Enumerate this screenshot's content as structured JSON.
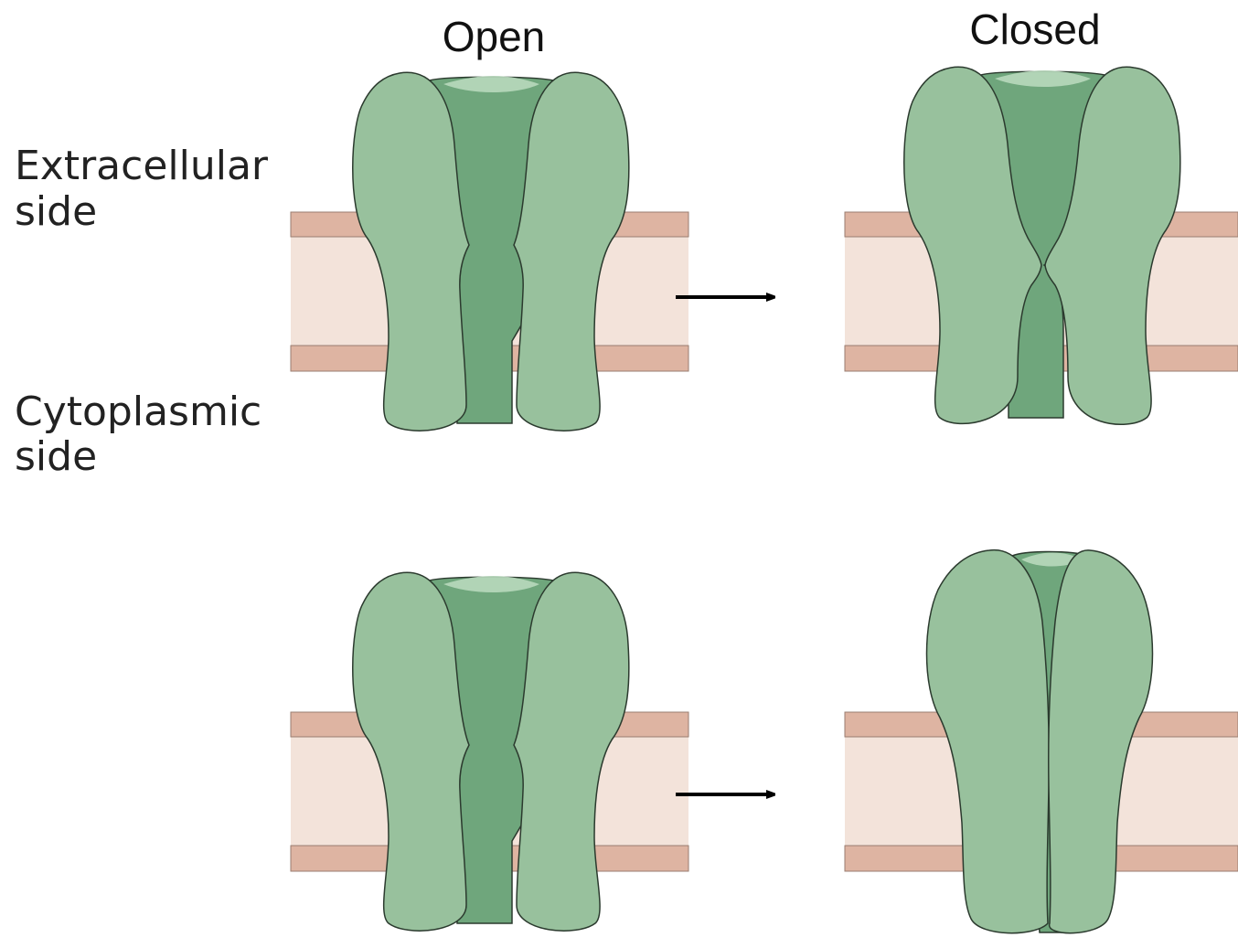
{
  "headings": {
    "open": "Open",
    "closed": "Closed"
  },
  "side_labels": {
    "extracellular_line1": "Extracellular",
    "extracellular_line2": "side",
    "cytoplasmic_line1": "Cytoplasmic",
    "cytoplasmic_line2": "side"
  },
  "colors": {
    "membrane_band": "#deb4a2",
    "membrane_core": "#f3e3da",
    "subunit": "#98c19d",
    "pore": "#6fa67c",
    "pore_highlight": "#b8d9bc",
    "outline": "#2b3a2e",
    "arrow": "#000000"
  },
  "icons": {
    "transition_arrow": "right-arrow-icon"
  }
}
